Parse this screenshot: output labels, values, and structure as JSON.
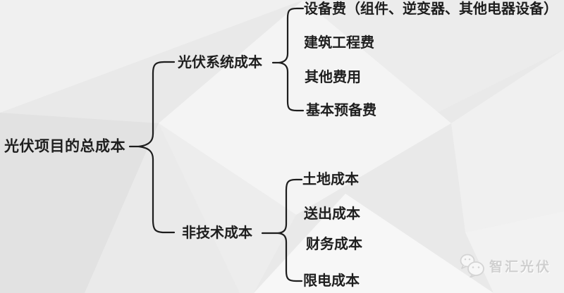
{
  "diagram": {
    "root": {
      "label": "光伏项目的总成本"
    },
    "branches": [
      {
        "label": "光伏系统成本",
        "children": [
          {
            "label": "设备费（组件、逆变器、其他电器设备）"
          },
          {
            "label": "建筑工程费"
          },
          {
            "label": "其他费用"
          },
          {
            "label": "基本预备费"
          }
        ]
      },
      {
        "label": "非技术成本",
        "children": [
          {
            "label": "土地成本"
          },
          {
            "label": "送出成本"
          },
          {
            "label": "财务成本"
          },
          {
            "label": "限电成本"
          }
        ]
      }
    ]
  },
  "watermark": {
    "label": "智汇光伏",
    "icon": "wechat-chat-bubbles-icon"
  },
  "colors": {
    "background": "#e9e9e9",
    "text": "#1e1e1e",
    "line": "#1d1d1d",
    "watermark_text": "#cfcfcf"
  }
}
